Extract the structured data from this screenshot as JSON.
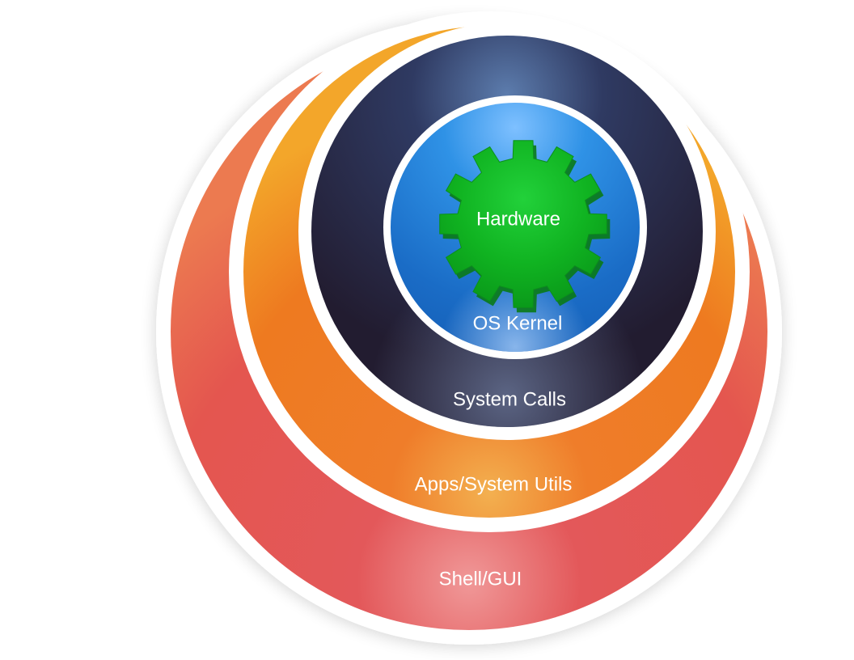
{
  "layers": {
    "shell_gui": {
      "label": "Shell/GUI",
      "color": "#e4504c"
    },
    "apps_utils": {
      "label": "Apps/System Utils",
      "color": "#ee7d22"
    },
    "system_calls": {
      "label": "System Calls",
      "color": "#2a2a44"
    },
    "os_kernel": {
      "label": "OS Kernel",
      "color": "#1f78d2"
    },
    "hardware": {
      "label": "Hardware",
      "color": "#12b424"
    }
  },
  "hardware_icon": "gear-icon"
}
